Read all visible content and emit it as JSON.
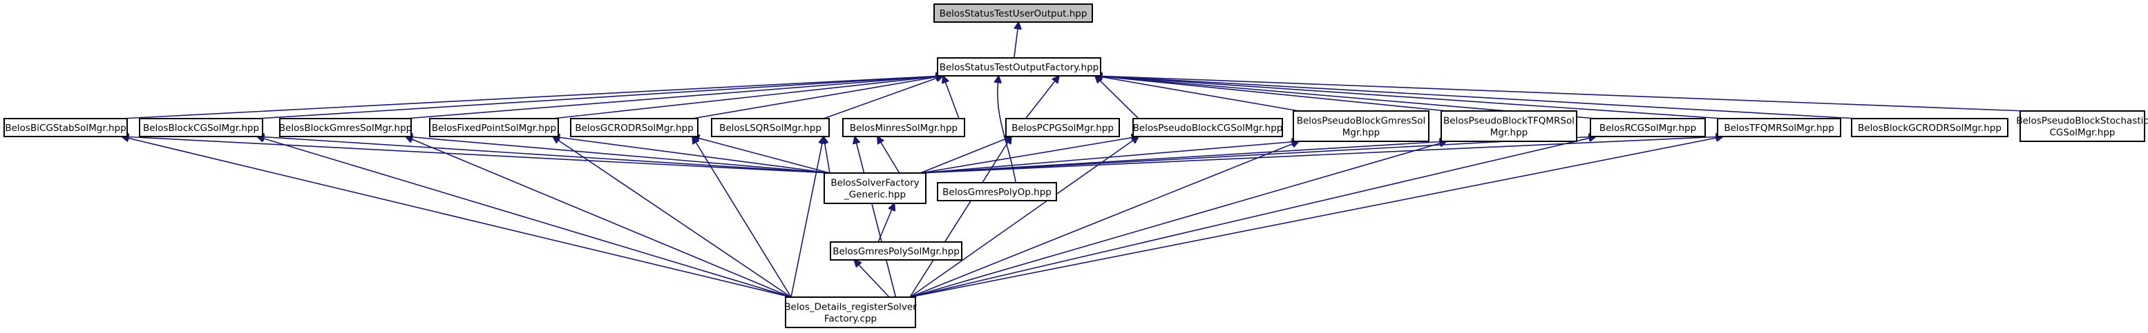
{
  "graph": {
    "nodes": [
      {
        "id": "status_user_output",
        "lines": [
          "BelosStatusTestUserOutput.hpp"
        ],
        "highlighted": true
      },
      {
        "id": "status_output_factory",
        "lines": [
          "BelosStatusTestOutputFactory.hpp"
        ]
      },
      {
        "id": "bicgstab",
        "lines": [
          "BelosBiCGStabSolMgr.hpp"
        ]
      },
      {
        "id": "block_cg",
        "lines": [
          "BelosBlockCGSolMgr.hpp"
        ]
      },
      {
        "id": "block_gmres",
        "lines": [
          "BelosBlockGmresSolMgr.hpp"
        ]
      },
      {
        "id": "fixed_point",
        "lines": [
          "BelosFixedPointSolMgr.hpp"
        ]
      },
      {
        "id": "gcrodr",
        "lines": [
          "BelosGCRODRSolMgr.hpp"
        ]
      },
      {
        "id": "lsqr",
        "lines": [
          "BelosLSQRSolMgr.hpp"
        ]
      },
      {
        "id": "minres",
        "lines": [
          "BelosMinresSolMgr.hpp"
        ]
      },
      {
        "id": "pcpg",
        "lines": [
          "BelosPCPGSolMgr.hpp"
        ]
      },
      {
        "id": "pseudo_block_cg",
        "lines": [
          "BelosPseudoBlockCGSolMgr.hpp"
        ]
      },
      {
        "id": "pseudo_block_gmres",
        "lines": [
          "BelosPseudoBlockGmresSol",
          "Mgr.hpp"
        ]
      },
      {
        "id": "pseudo_block_tfqmr",
        "lines": [
          "BelosPseudoBlockTFQMRSol",
          "Mgr.hpp"
        ]
      },
      {
        "id": "rcg",
        "lines": [
          "BelosRCGSolMgr.hpp"
        ]
      },
      {
        "id": "tfqmr",
        "lines": [
          "BelosTFQMRSolMgr.hpp"
        ]
      },
      {
        "id": "block_gcrodr",
        "lines": [
          "BelosBlockGCRODRSolMgr.hpp"
        ]
      },
      {
        "id": "pseudo_block_stochastic_cg",
        "lines": [
          "BelosPseudoBlockStochastic",
          "CGSolMgr.hpp"
        ]
      },
      {
        "id": "solver_factory_generic",
        "lines": [
          "BelosSolverFactory",
          "_Generic.hpp"
        ]
      },
      {
        "id": "gmres_poly_op",
        "lines": [
          "BelosGmresPolyOp.hpp"
        ]
      },
      {
        "id": "gmres_poly_solmgr",
        "lines": [
          "BelosGmresPolySolMgr.hpp"
        ]
      },
      {
        "id": "details_register",
        "lines": [
          "Belos_Details_registerSolver",
          "Factory.cpp"
        ]
      }
    ],
    "edges": [
      {
        "from": "status_output_factory",
        "to": "status_user_output"
      },
      {
        "from": "bicgstab",
        "to": "status_output_factory"
      },
      {
        "from": "block_cg",
        "to": "status_output_factory"
      },
      {
        "from": "block_gmres",
        "to": "status_output_factory"
      },
      {
        "from": "fixed_point",
        "to": "status_output_factory"
      },
      {
        "from": "gcrodr",
        "to": "status_output_factory"
      },
      {
        "from": "lsqr",
        "to": "status_output_factory"
      },
      {
        "from": "minres",
        "to": "status_output_factory"
      },
      {
        "from": "pcpg",
        "to": "status_output_factory"
      },
      {
        "from": "pseudo_block_cg",
        "to": "status_output_factory"
      },
      {
        "from": "pseudo_block_gmres",
        "to": "status_output_factory"
      },
      {
        "from": "pseudo_block_tfqmr",
        "to": "status_output_factory"
      },
      {
        "from": "rcg",
        "to": "status_output_factory"
      },
      {
        "from": "tfqmr",
        "to": "status_output_factory"
      },
      {
        "from": "block_gcrodr",
        "to": "status_output_factory"
      },
      {
        "from": "pseudo_block_stochastic_cg",
        "to": "status_output_factory"
      },
      {
        "from": "gmres_poly_op",
        "to": "status_output_factory"
      },
      {
        "from": "solver_factory_generic",
        "to": "bicgstab"
      },
      {
        "from": "solver_factory_generic",
        "to": "block_cg"
      },
      {
        "from": "solver_factory_generic",
        "to": "block_gmres"
      },
      {
        "from": "solver_factory_generic",
        "to": "fixed_point"
      },
      {
        "from": "solver_factory_generic",
        "to": "gcrodr"
      },
      {
        "from": "solver_factory_generic",
        "to": "lsqr"
      },
      {
        "from": "solver_factory_generic",
        "to": "minres"
      },
      {
        "from": "solver_factory_generic",
        "to": "pcpg"
      },
      {
        "from": "solver_factory_generic",
        "to": "pseudo_block_cg"
      },
      {
        "from": "solver_factory_generic",
        "to": "pseudo_block_gmres"
      },
      {
        "from": "solver_factory_generic",
        "to": "pseudo_block_tfqmr"
      },
      {
        "from": "solver_factory_generic",
        "to": "rcg"
      },
      {
        "from": "solver_factory_generic",
        "to": "tfqmr"
      },
      {
        "from": "details_register",
        "to": "bicgstab"
      },
      {
        "from": "details_register",
        "to": "block_cg"
      },
      {
        "from": "details_register",
        "to": "block_gmres"
      },
      {
        "from": "details_register",
        "to": "fixed_point"
      },
      {
        "from": "details_register",
        "to": "gcrodr"
      },
      {
        "from": "details_register",
        "to": "lsqr"
      },
      {
        "from": "details_register",
        "to": "minres"
      },
      {
        "from": "details_register",
        "to": "pcpg"
      },
      {
        "from": "details_register",
        "to": "pseudo_block_cg"
      },
      {
        "from": "details_register",
        "to": "pseudo_block_gmres"
      },
      {
        "from": "details_register",
        "to": "pseudo_block_tfqmr"
      },
      {
        "from": "details_register",
        "to": "rcg"
      },
      {
        "from": "details_register",
        "to": "tfqmr"
      },
      {
        "from": "details_register",
        "to": "gmres_poly_solmgr"
      },
      {
        "from": "gmres_poly_solmgr",
        "to": "solver_factory_generic"
      }
    ]
  }
}
